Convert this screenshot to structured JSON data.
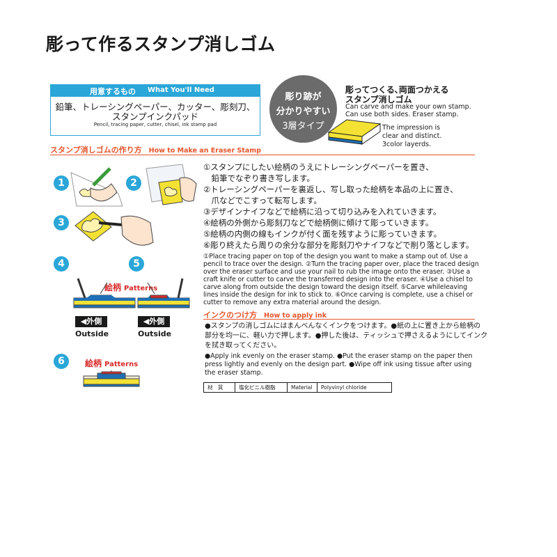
{
  "title": "彫って作るスタンプ消しゴム",
  "needs": {
    "heading_jp": "用意するもの",
    "heading_en": "What You'll Need",
    "items_jp_line1": "鉛筆、トレーシングペーパー、カッター、彫刻刀、",
    "items_jp_line2": "スタンプインクパッド",
    "items_en": "Pencil, tracing paper, cutter, chisel, ink stamp pad"
  },
  "feature": {
    "circle_line1": "彫り跡が",
    "circle_line2": "分かりやすい",
    "circle_line3": "3層タイプ",
    "jp_line1": "彫ってつくる､両面つかえる",
    "jp_line2": "スタンプ消しゴム",
    "en_line1": "Can carve and make your own stamp.",
    "en_line2": "Can use both sides. Eraser stamp.",
    "impression_line1": "The impression is",
    "impression_line2": "clear and distinct.",
    "impression_line3": "3color layerds."
  },
  "howto": {
    "heading_jp": "スタンプ消しゴムの作り方",
    "heading_en": "How to Make an Eraser Stamp",
    "steps_jp": [
      "①スタンプにしたい絵柄のうえにトレーシングペーパーを置き、",
      "　鉛筆でなぞり書き写します。",
      "②トレーシングペーパーを裏返し、写し取った絵柄を本品の上に置き、",
      "　爪などでこすって転写します。",
      "③デザインナイフなどで絵柄に沿って切り込みを入れていきます。",
      "④絵柄の外側から彫刻刀などで絵柄側に傾けて彫っていきます。",
      "⑤絵柄の内側の線もインクが付く面を残すように彫っていきます。",
      "⑥彫り終えたら周りの余分な部分を彫刻刀やナイフなどで削り落とします。"
    ],
    "steps_en": "①Place tracing paper on top of the design you want to make a stamp out of. Use a pencil to trace over the design. ②Turn the tracing paper over, place the traced design over the eraser surface and use your nail to rub the image onto the eraser. ③Use a craft knife or cutter to carve the transferred design into the eraser. ④Use a chisel to carve along from outside the design toward the design itself. ⑤Carve whileleaving lines inside the design for ink to stick to. ⑥Once carving is complete, use a chisel or cutter to remove any extra material around the design."
  },
  "ink": {
    "heading_jp": "インクのつけ方",
    "heading_en": "How to apply ink",
    "jp_line1": "●スタンプの消しゴムにはまんべんなくインクをつけます。●紙の上に置き上から絵柄の",
    "jp_line2": "部分を均一に、軽い力で押します。●押した後は、ティッシュで押さえるようにしてインク",
    "jp_line3": "を拭き取ってください。",
    "en": "●Apply ink evenly on the eraser stamp. ●Put the eraser stamp on the paper then press lightly and evenly on the design part. ●Wipe off ink using tissue after using the eraser stamp."
  },
  "material": {
    "label_jp": "材　質",
    "value_jp": "塩化ビニル樹脂",
    "label_en": "Material",
    "value_en": "Polyvinyl chloride"
  },
  "illustration": {
    "steps": [
      "1",
      "2",
      "3",
      "4",
      "5",
      "6"
    ],
    "patterns_jp": "絵柄",
    "patterns_en": "Patterns",
    "outside_jp": "◀外側",
    "outside_en": "Outside"
  },
  "colors": {
    "accent_blue": "#2aa6d8",
    "accent_orange": "#e4552b",
    "pattern_red": "#d82a2a",
    "layer_yellow": "#f3e233",
    "layer_blue": "#1f6fb5"
  }
}
